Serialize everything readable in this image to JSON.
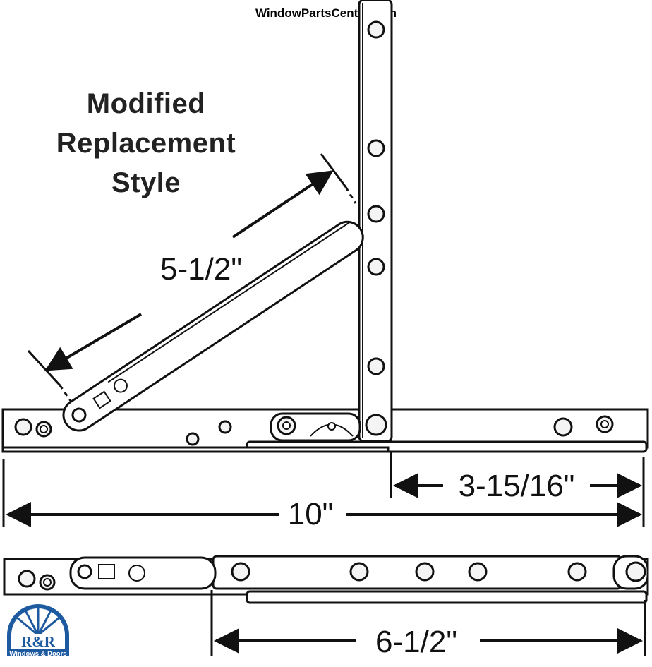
{
  "watermark": "WindowPartsCenter.com",
  "title_lines": [
    "Modified",
    "Replacement",
    "Style"
  ],
  "dimensions": {
    "arm_length": "5-1/2\"",
    "right_offset": "3-15/16\"",
    "total_length": "10\"",
    "closed_length": "6-1/2\""
  },
  "logo": {
    "mark": "R&R",
    "tagline": "Windows & Doors",
    "color": "#1d5aa0"
  },
  "colors": {
    "line": "#111111",
    "part_fill": "#ffffff",
    "hole_fill": "#f4f4f4"
  }
}
